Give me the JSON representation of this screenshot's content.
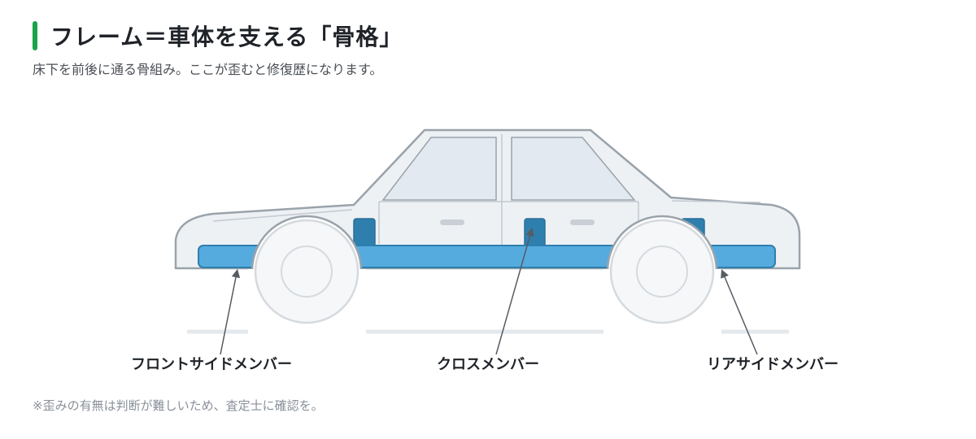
{
  "header": {
    "title": "フレーム＝車体を支える「骨格」",
    "subtitle": "床下を前後に通る骨組み。ここが歪むと修復歴になります。"
  },
  "labels": {
    "front_side_member": "フロントサイドメンバー",
    "cross_member": "クロスメンバー",
    "rear_side_member": "リアサイドメンバー"
  },
  "footer": {
    "note": "※歪みの有無は判断が難しいため、査定士に確認を。"
  },
  "colors": {
    "accent": "#1aa34a",
    "frame": "#56abde",
    "frame_dark": "#2f7fae",
    "body_fill": "#eef1f4",
    "body_stroke": "#9aa3ab",
    "window": "#e3e9f0",
    "wheel_stroke": "#d5dadf",
    "ground": "#e6e9ec",
    "leader": "#555c63"
  },
  "icons": {
    "title_marker": "vertical-accent-bar"
  }
}
